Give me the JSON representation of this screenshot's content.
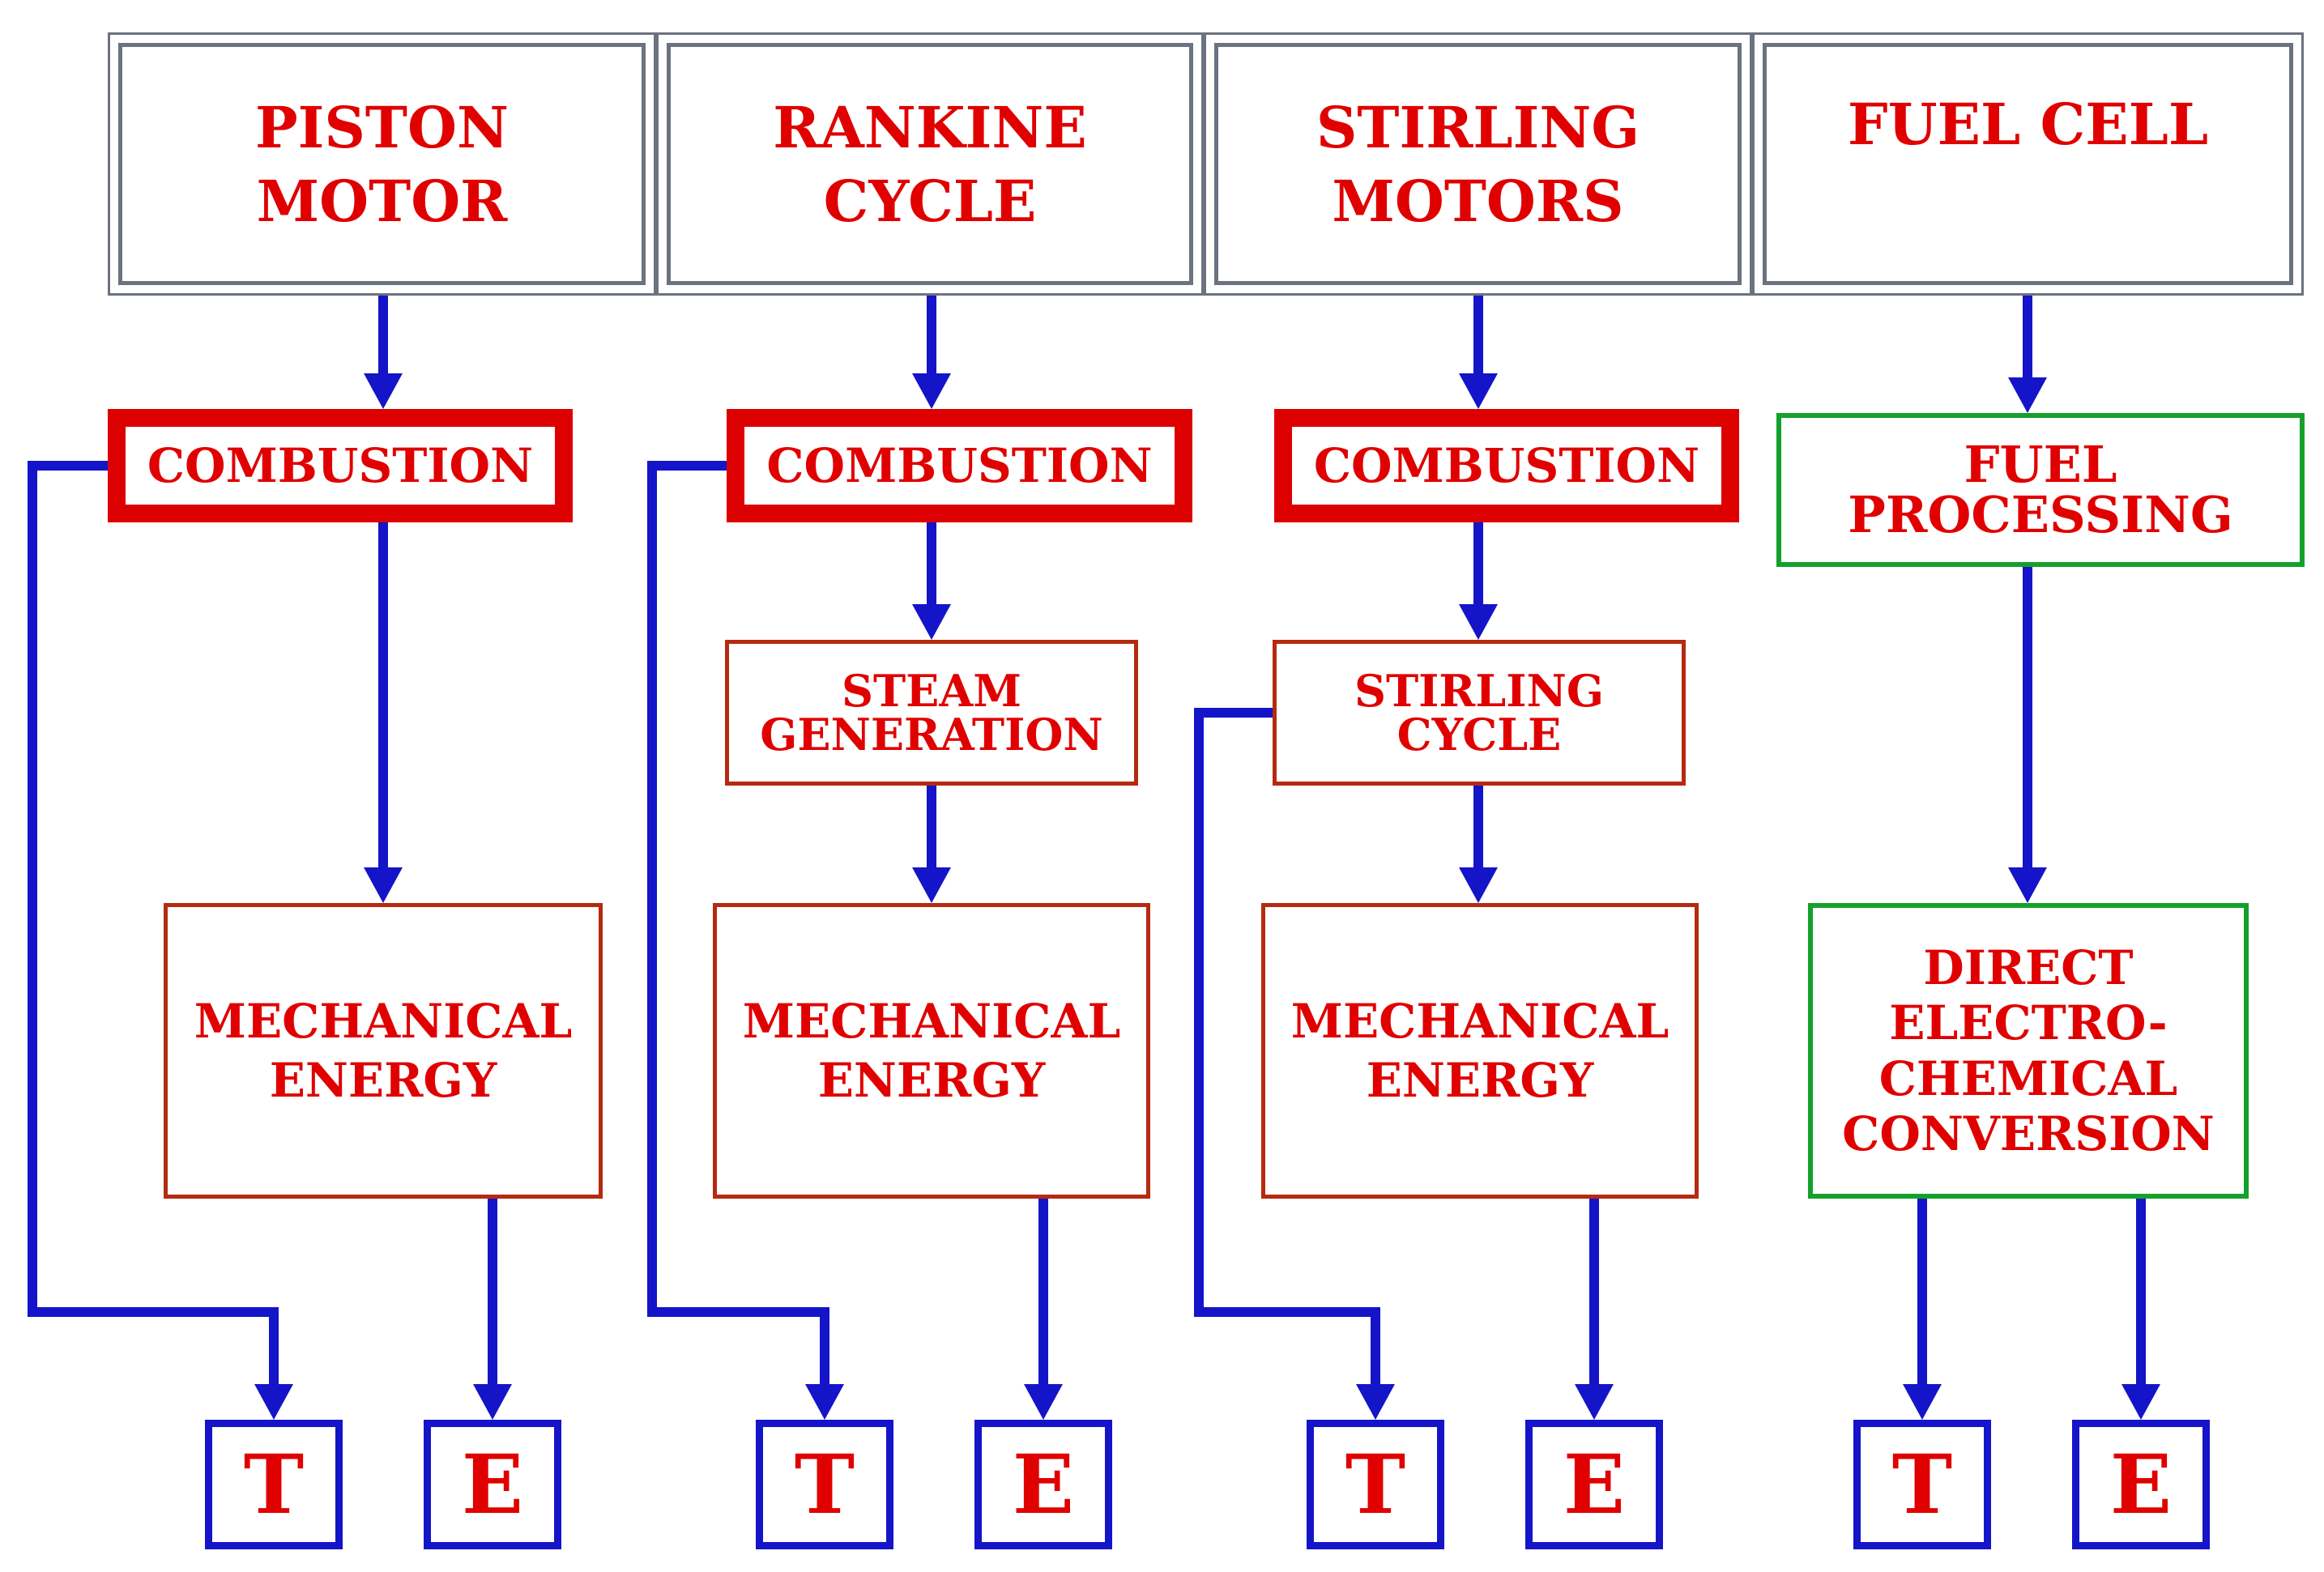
{
  "columns": [
    {
      "header": [
        "PISTON",
        "MOTOR"
      ],
      "process": [
        "COMBUSTION"
      ],
      "middle": null,
      "output": [
        "MECHANICAL",
        "ENERGY"
      ]
    },
    {
      "header": [
        "RANKINE",
        "CYCLE"
      ],
      "process": [
        "COMBUSTION"
      ],
      "middle": [
        "STEAM",
        "GENERATION"
      ],
      "output": [
        "MECHANICAL",
        "ENERGY"
      ]
    },
    {
      "header": [
        "STIRLING",
        "MOTORS"
      ],
      "process": [
        "COMBUSTION"
      ],
      "middle": [
        "STIRLING",
        "CYCLE"
      ],
      "output": [
        "MECHANICAL",
        "ENERGY"
      ]
    },
    {
      "header": [
        "FUEL CELL"
      ],
      "process": [
        "FUEL",
        "PROCESSING"
      ],
      "middle": null,
      "output": [
        "DIRECT",
        "ELECTRO-",
        "CHEMICAL",
        "CONVERSION"
      ]
    }
  ],
  "terminals": {
    "thermal": "T",
    "electric": "E"
  },
  "colors": {
    "text_red": "#e00000",
    "arrow_blue": "#1414c8",
    "combustion_red": "#dd0000",
    "fuel_cell_green": "#14a02a",
    "box_outline": "#b52a10",
    "header_grey": "#6b7380"
  }
}
